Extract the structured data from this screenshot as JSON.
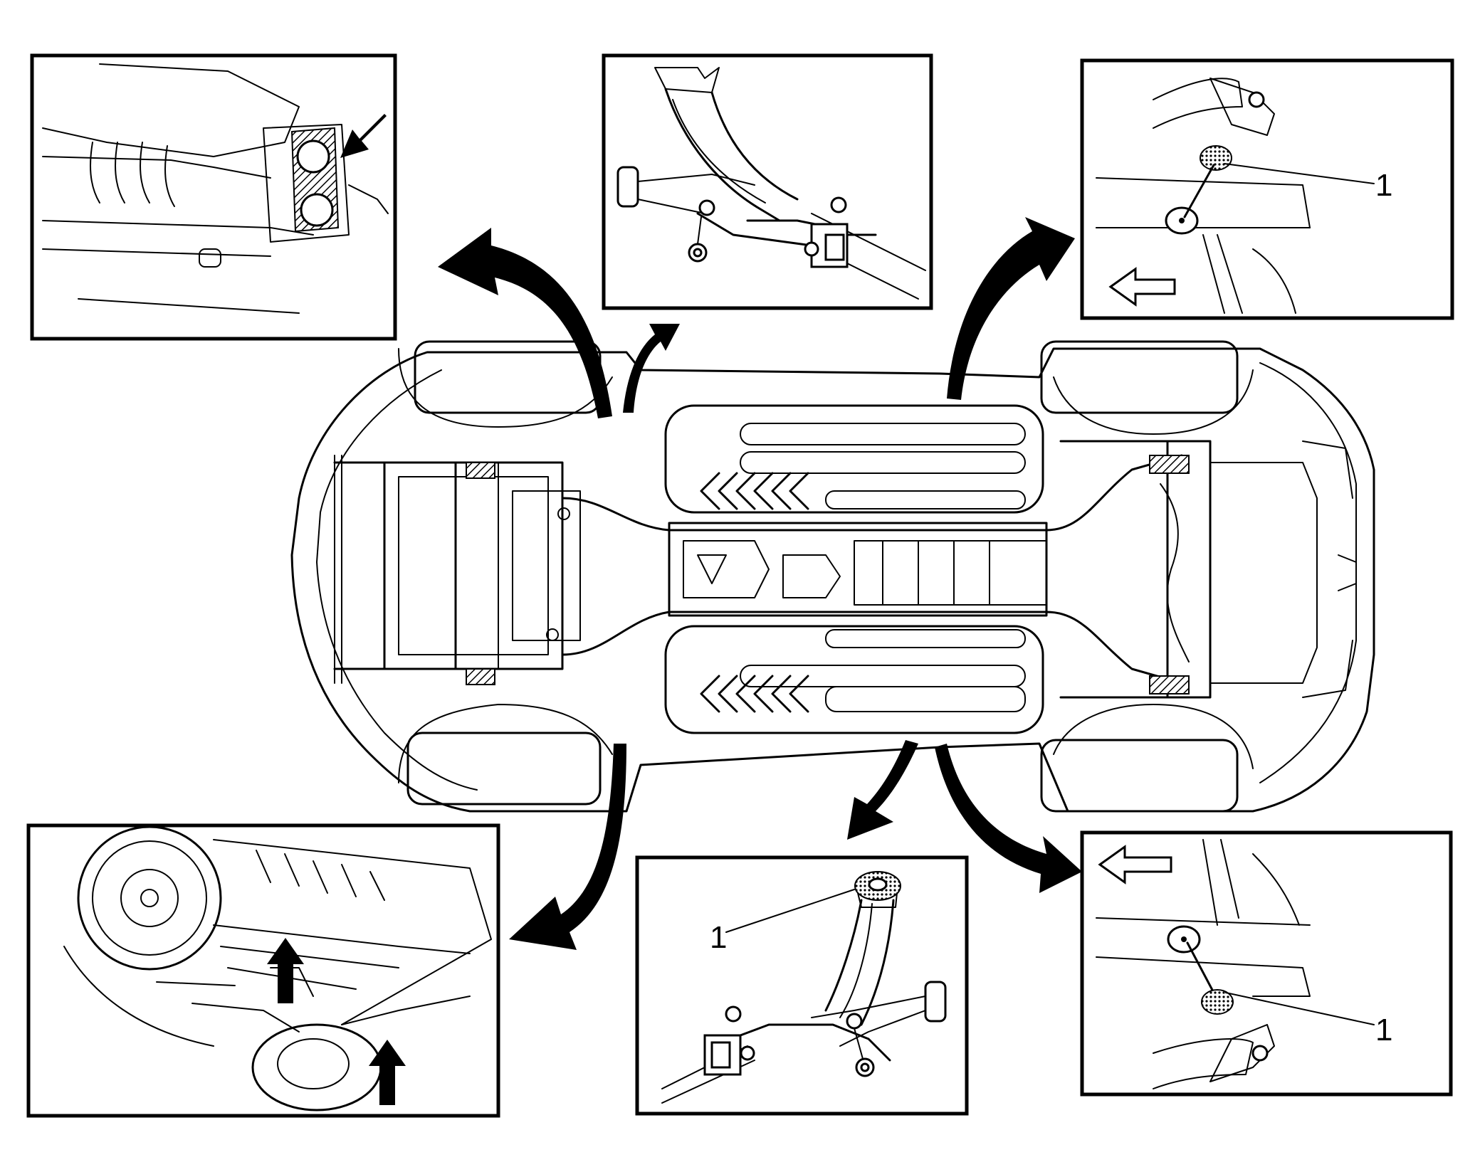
{
  "diagram": {
    "callouts": {
      "top_right": "1",
      "bottom_center": "1",
      "bottom_right": "1"
    },
    "colors": {
      "line": "#000000",
      "background": "#ffffff"
    }
  }
}
